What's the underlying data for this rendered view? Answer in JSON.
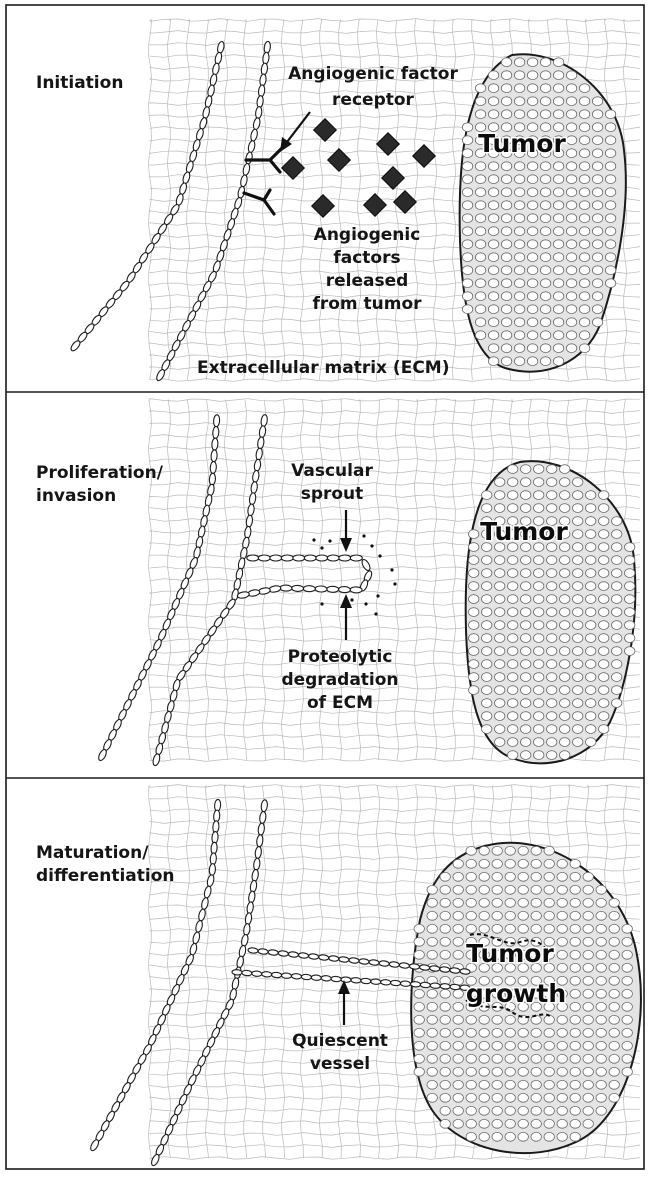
{
  "panels": [
    {
      "title": "Initiation",
      "labels": {
        "receptor": [
          "Angiogenic factor",
          "receptor"
        ],
        "factors": [
          "Angiogenic",
          "factors",
          "released",
          "from tumor"
        ],
        "ecm": "Extracellular matrix (ECM)",
        "tumor": "Tumor"
      }
    },
    {
      "title": [
        "Proliferation/",
        "invasion"
      ],
      "labels": {
        "sprout": [
          "Vascular",
          "sprout"
        ],
        "degradation": [
          "Proteolytic",
          "degradation",
          "of ECM"
        ],
        "tumor": "Tumor"
      }
    },
    {
      "title": [
        "Maturation/",
        "differentiation"
      ],
      "labels": {
        "quiescent": [
          "Quiescent",
          "vessel"
        ],
        "tumor": [
          "Tumor",
          "growth"
        ]
      }
    }
  ],
  "colors": {
    "ink": "#151515",
    "matrix": "#b9b9b9",
    "tumor_fill": "#e4e4e4"
  },
  "icons": [
    "angiogenic-factor-diamond",
    "receptor-y-shape",
    "arrow"
  ]
}
